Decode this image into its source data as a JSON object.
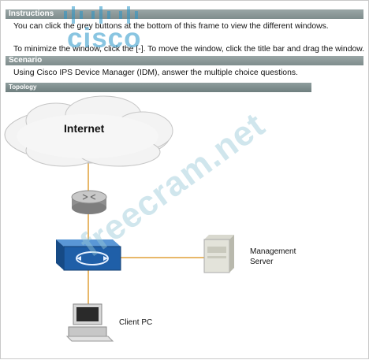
{
  "sections": {
    "instructions_title": "Instructions",
    "instructions_line1": "You can click the grey buttons at the bottom of this frame to view the different windows.",
    "instructions_line2": "To minimize the window, click the [-]. To move the window, click the title bar and drag the window.",
    "scenario_title": "Scenario",
    "scenario_text": "Using Cisco IPS Device Manager (IDM), answer the multiple choice questions.",
    "topology_title": "Topology"
  },
  "topology": {
    "internet_label": "Internet",
    "mgmt_label_line1": "Management",
    "mgmt_label_line2": "Server",
    "client_label": "Client PC"
  },
  "watermark": {
    "logo_text": "cisco",
    "site_text": "freecram.net"
  },
  "colors": {
    "header_bar": "#8a9898",
    "link_line": "#e8b86a",
    "ips_blue": "#1f5fa8",
    "router_gray": "#9a9a9a"
  }
}
